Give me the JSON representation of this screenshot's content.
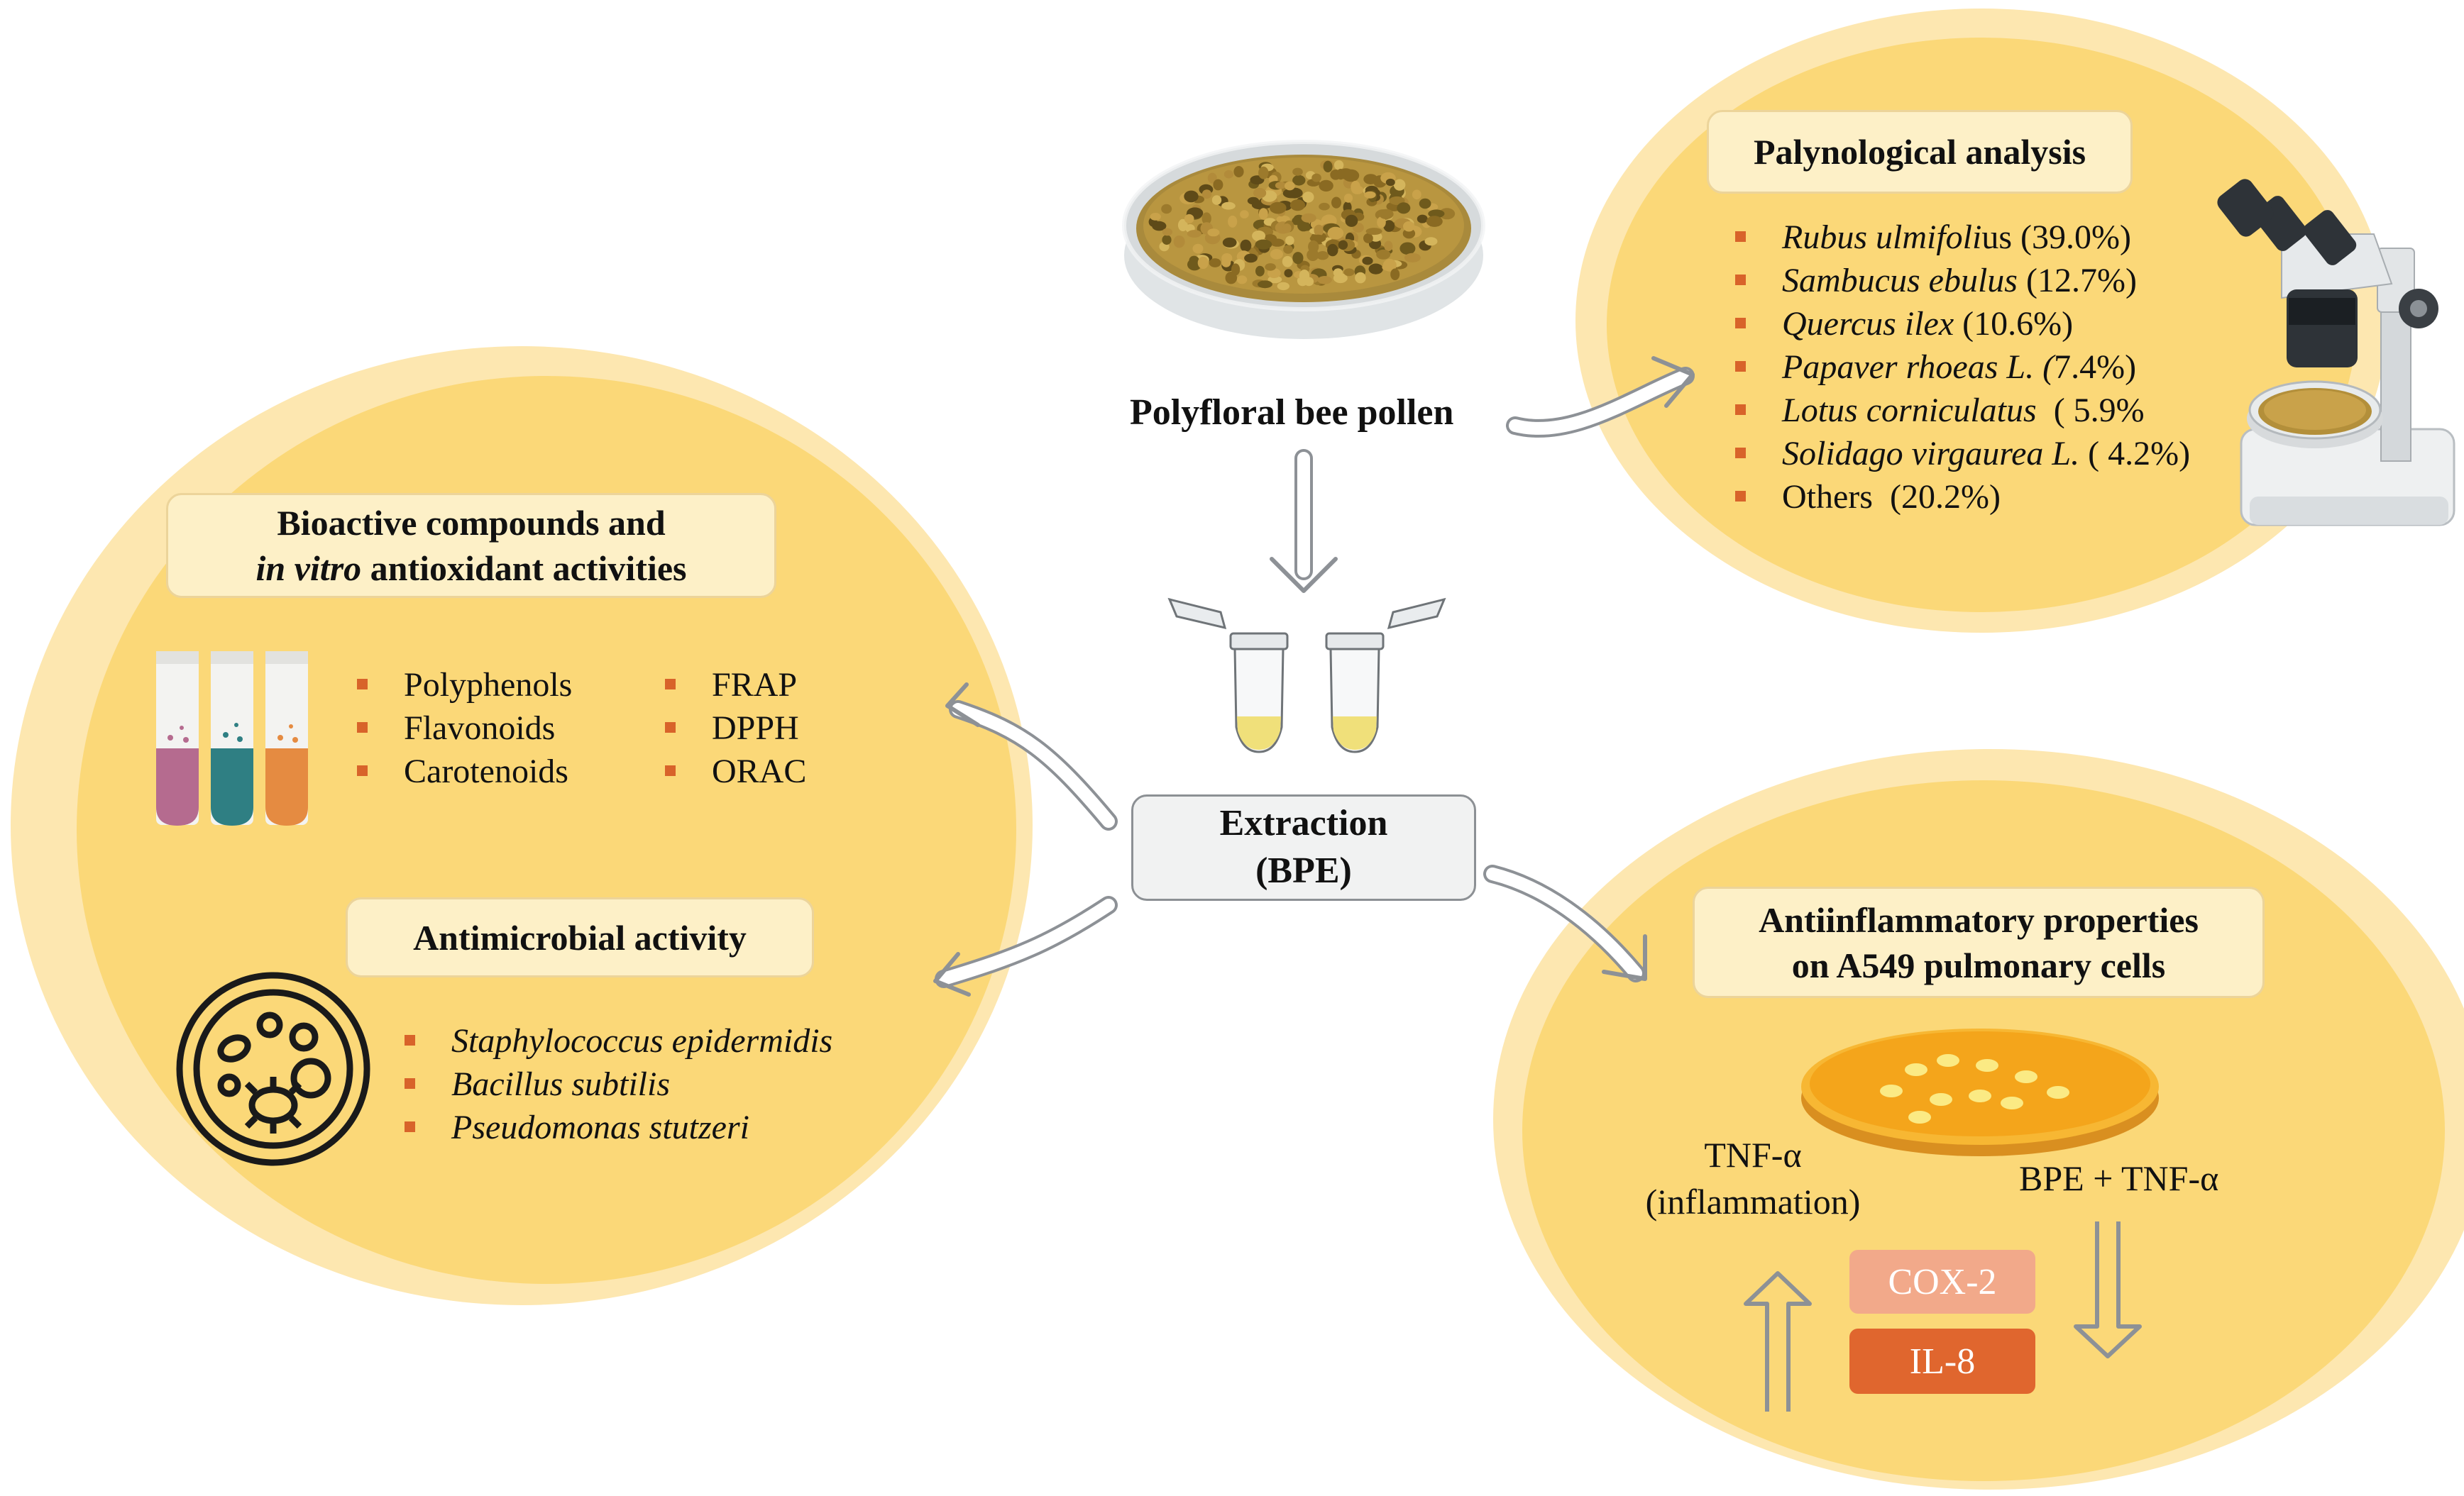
{
  "colors": {
    "circle_outer": "#fde7b0",
    "circle_inner": "#fbd878",
    "label_box": "#fdf0c7",
    "bullet": "#d8632a",
    "cox2": "#f2a98a",
    "il8": "#e0662e"
  },
  "center": {
    "pollen_label": "Polyfloral bee pollen",
    "extraction_line1": "Extraction",
    "extraction_line2": "(BPE)"
  },
  "palynological": {
    "title": "Palynological analysis",
    "items": [
      {
        "species": "Rubus ulmifoli",
        "suffix": "us (39.0%)"
      },
      {
        "species": "Sambucus ebulus",
        "suffix": " (12.7%)"
      },
      {
        "species": "Quercus ilex",
        "suffix": " (10.6%)"
      },
      {
        "species": "Papaver rhoeas L. (",
        "suffix": "7.4%)"
      },
      {
        "species": "Lotus corniculatus",
        "suffix": "  ( 5.9%"
      },
      {
        "species": "Solidago virgaurea L.",
        "suffix": " ( 4.2%)"
      },
      {
        "species": "",
        "suffix": "Others  (20.2%)"
      }
    ]
  },
  "bioactive": {
    "title_line1": "Bioactive compounds and",
    "title_line2_italic": "in vitro",
    "title_line2_rest": " antioxidant activities",
    "compounds": [
      "Polyphenols",
      "Flavonoids",
      "Carotenoids"
    ],
    "assays": [
      "FRAP",
      "DPPH",
      "ORAC"
    ]
  },
  "antimicrobial": {
    "title": "Antimicrobial activity",
    "bacteria": [
      "Staphylococcus epidermidis",
      "Bacillus subtilis",
      "Pseudomonas stutzeri"
    ]
  },
  "antiinflammatory": {
    "title_line1": "Antiinflammatory properties",
    "title_line2": "on A549 pulmonary cells",
    "tnf_line1": "TNF-α",
    "tnf_line2": "(inflammation)",
    "bpe_tnf": "BPE + TNF-α",
    "markers": [
      "COX-2",
      "IL-8"
    ]
  },
  "icons": [
    "petri-dish-pollen-icon",
    "microcentrifuge-tube-icon",
    "microscope-icon",
    "test-tube-icon",
    "bacteria-culture-icon",
    "cell-culture-dish-icon",
    "arrow-icon"
  ]
}
